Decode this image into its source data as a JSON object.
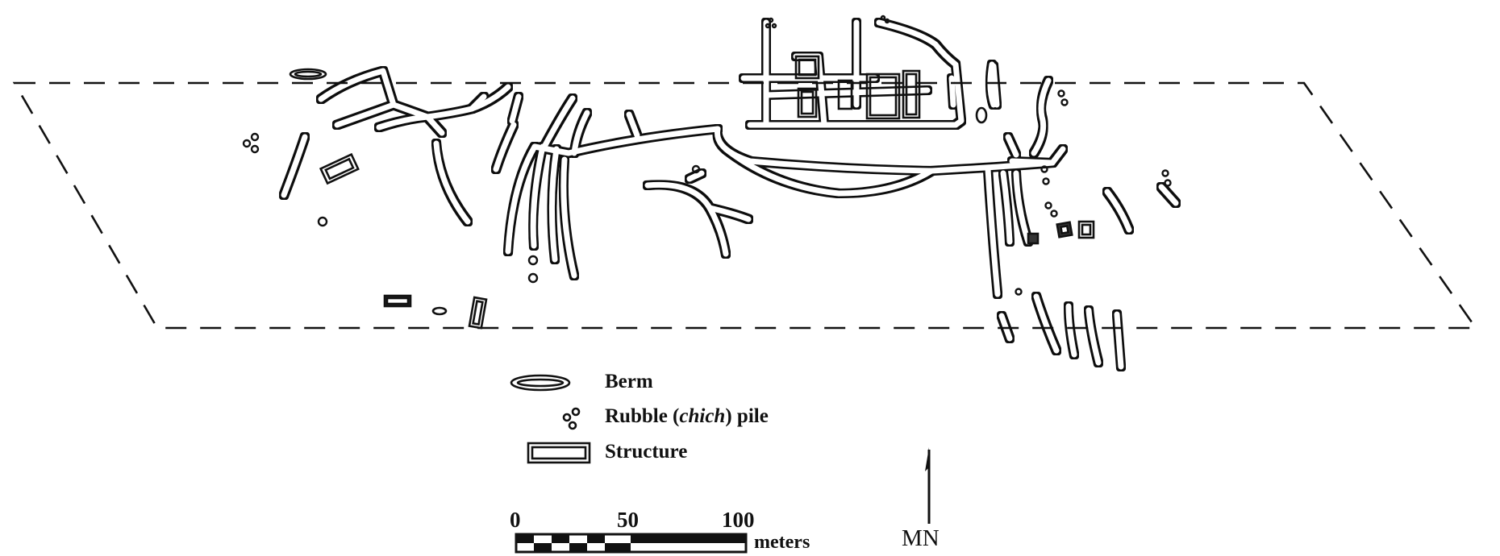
{
  "legend": {
    "berm": "Berm",
    "rubble_pre": "Rubble (",
    "rubble_italic": "chich",
    "rubble_post": ") pile",
    "structure": "Structure"
  },
  "scale_bar": {
    "ticks": [
      "0",
      "50",
      "100"
    ],
    "unit": "meters"
  },
  "north_arrow": {
    "label": "MN"
  }
}
